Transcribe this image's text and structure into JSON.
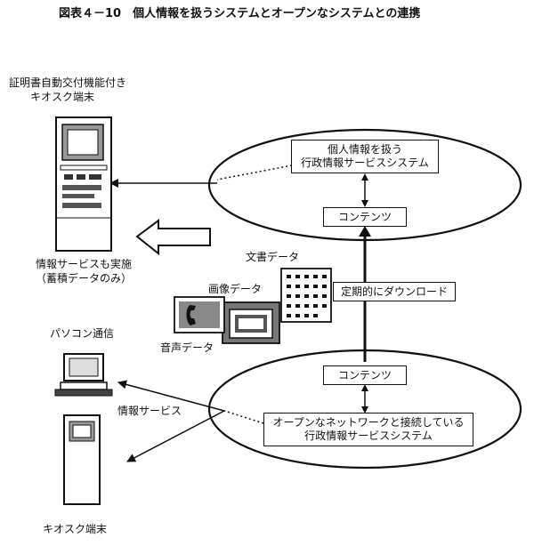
{
  "title": "図表４－10　個人情報を扱うシステムとオープンなシステムとの連携",
  "kiosk_top": {
    "label_line1": "証明書自動交付機能付き",
    "label_line2": "キオスク端末"
  },
  "info_service_note": {
    "line1": "情報サービスも実施",
    "line2": "（蓄積データのみ）"
  },
  "upper_system": {
    "line1": "個人情報を扱う",
    "line2": "行政情報サービスシステム",
    "contents": "コンテンツ"
  },
  "lower_system": {
    "line1": "オープンなネットワークと接続している",
    "line2": "行政情報サービスシステム",
    "contents": "コンテンツ"
  },
  "download_label": "定期的にダウンロード",
  "media": {
    "document": "文書データ",
    "image": "画像データ",
    "audio": "音声データ"
  },
  "pc_label": "パソコン通信",
  "info_service_label": "情報サービス",
  "kiosk_bottom_label": "キオスク端末"
}
